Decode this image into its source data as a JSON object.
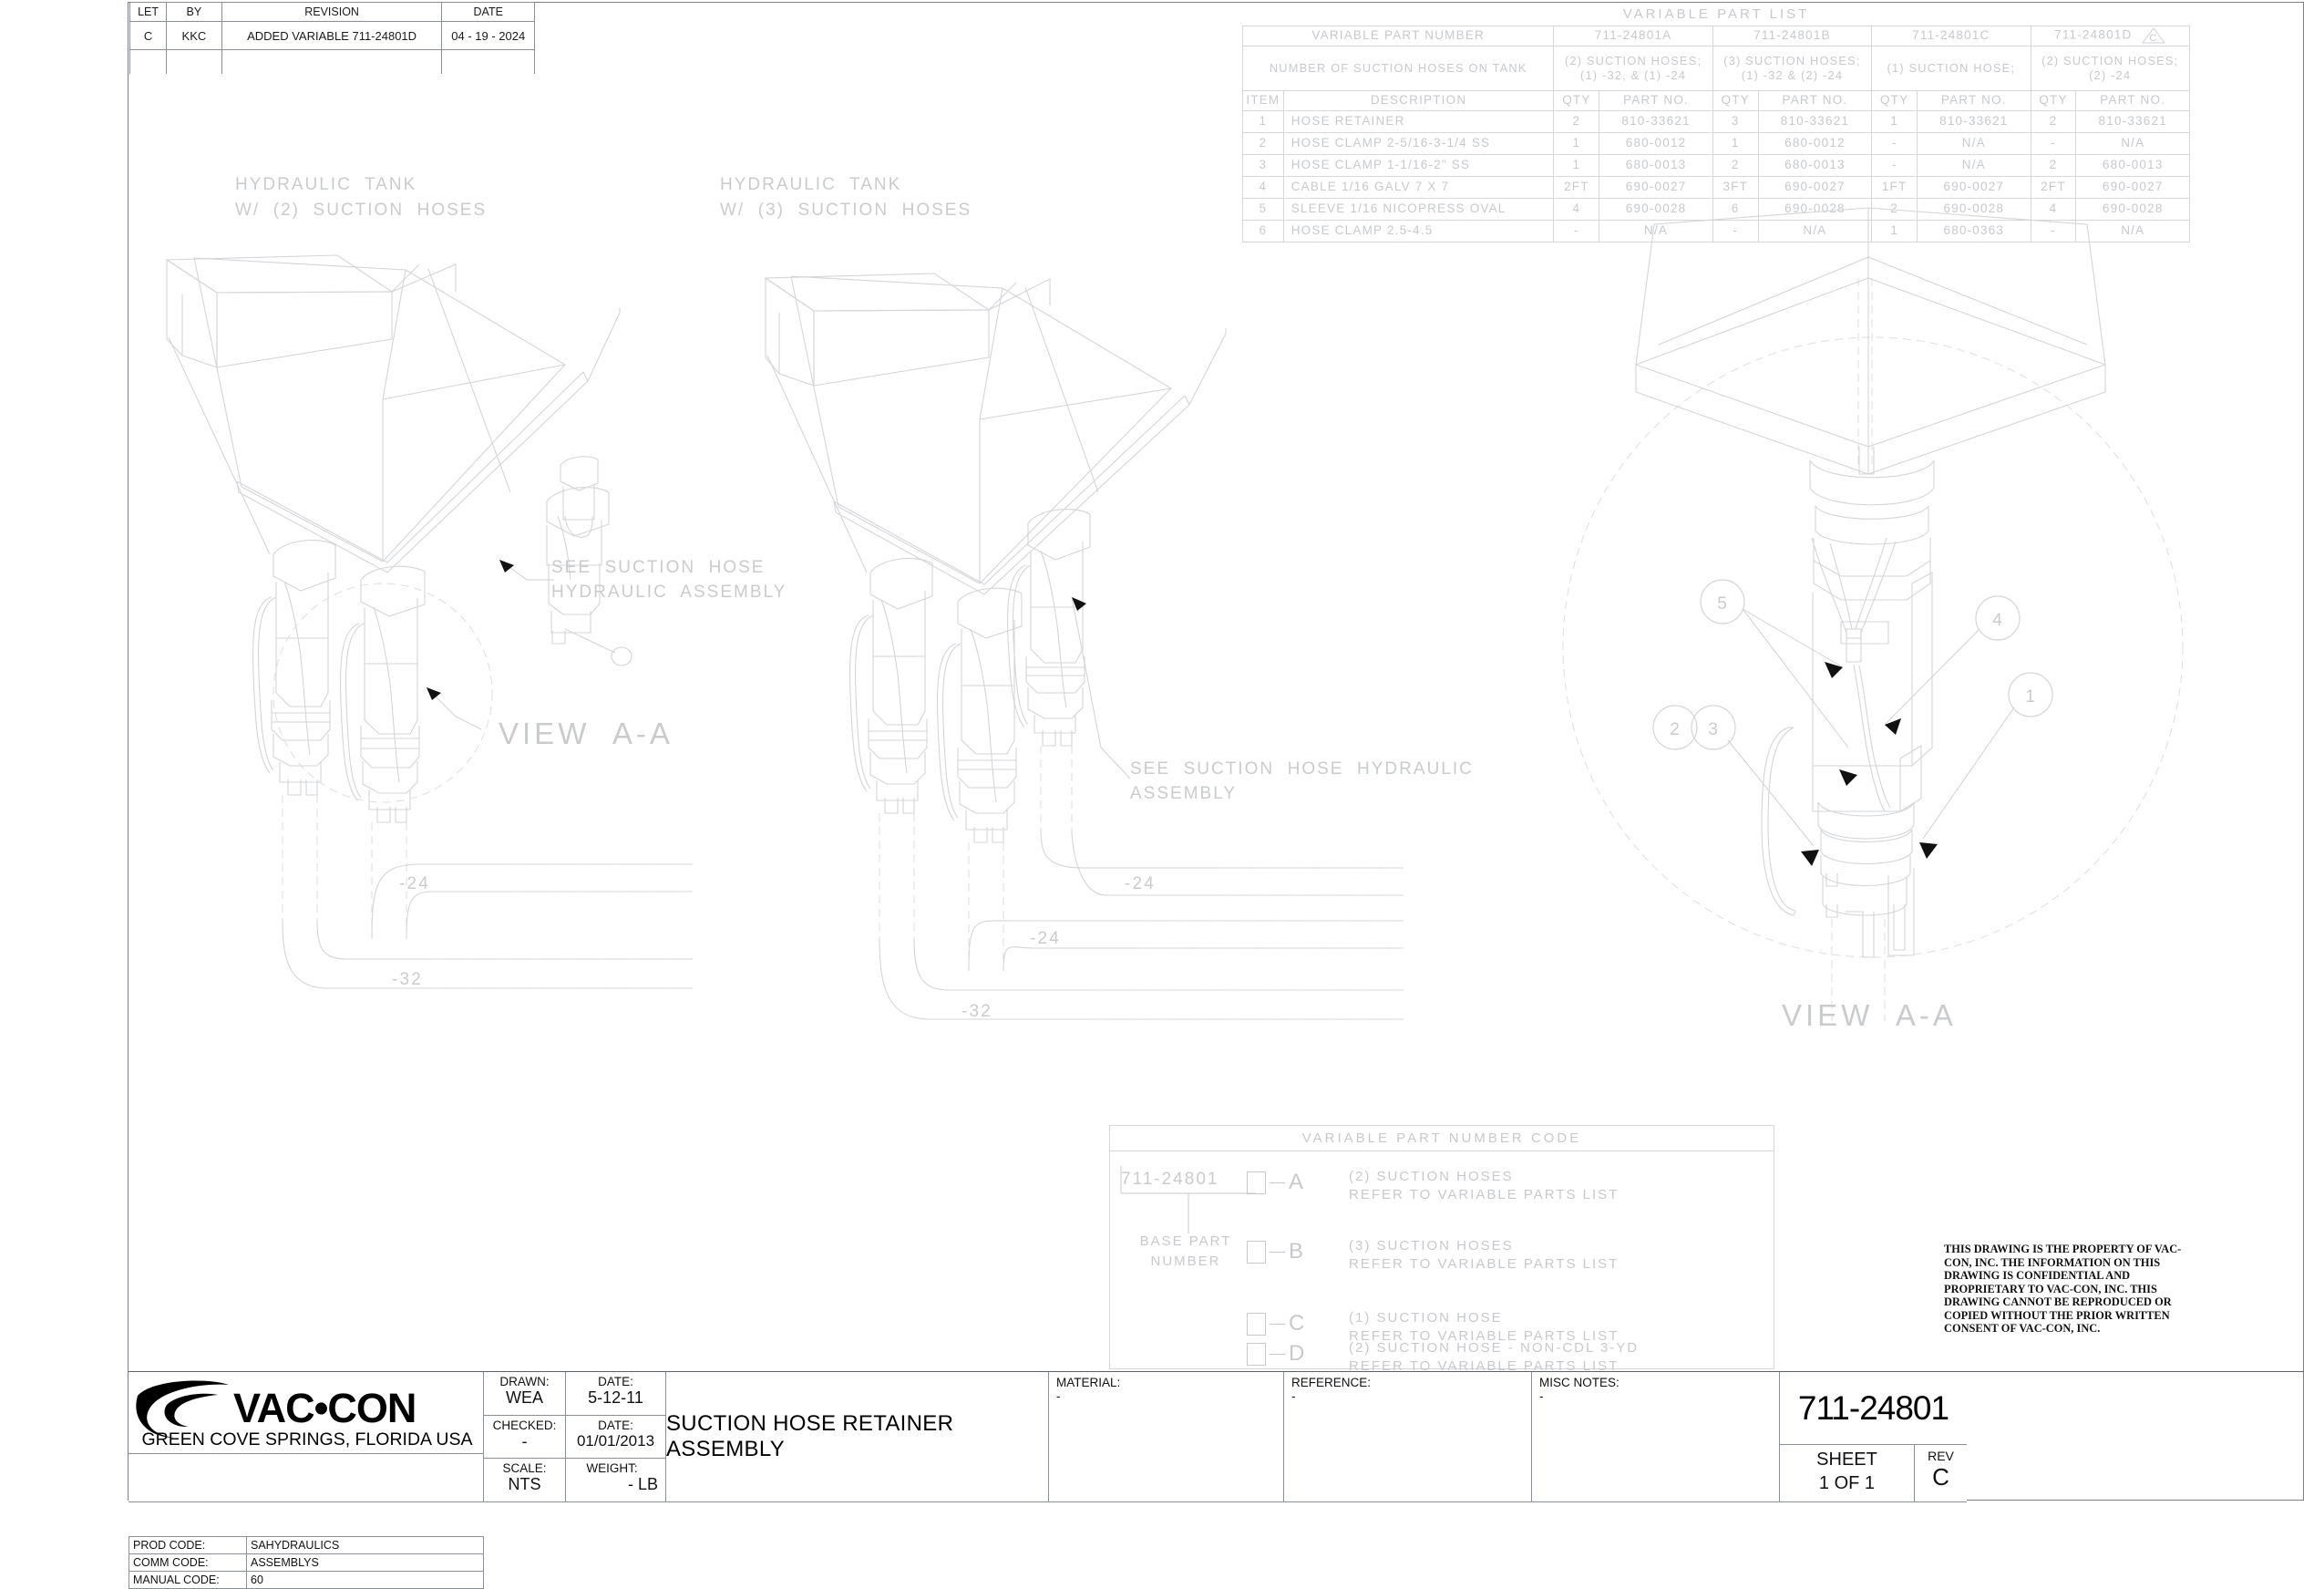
{
  "sheet": {
    "drawing_number": "711-24801",
    "title": "SUCTION HOSE  RETAINER  ASSEMBLY",
    "sheet_label": "SHEET",
    "sheet_value": "1 OF 1",
    "rev_label": "REV",
    "rev_value": "C"
  },
  "revision_block": {
    "headers": [
      "LET",
      "BY",
      "REVISION",
      "DATE"
    ],
    "rows": [
      {
        "let": "C",
        "by": "KKC",
        "revision": "ADDED  VARIABLE  711-24801D",
        "date": "04 - 19 - 2024"
      }
    ]
  },
  "variable_part_list": {
    "title": "VARIABLE  PART  LIST",
    "row_label_part_number": "VARIABLE  PART  NUMBER",
    "row_label_hoses": "NUMBER OF SUCTION HOSES ON TANK",
    "variants": [
      {
        "part_number": "711-24801A",
        "hoses": "(2) SUCTION HOSES;\n(1) -32, & (1) -24",
        "rev_flag": ""
      },
      {
        "part_number": "711-24801B",
        "hoses": "(3) SUCTION HOSES;\n(1) -32 & (2) -24",
        "rev_flag": ""
      },
      {
        "part_number": "711-24801C",
        "hoses": "(1) SUCTION HOSE;",
        "rev_flag": ""
      },
      {
        "part_number": "711-24801D",
        "hoses": "(2) SUCTION HOSES;\n(2) -24",
        "rev_flag": "C"
      }
    ],
    "column_headers": {
      "item": "ITEM",
      "description": "DESCRIPTION",
      "qty": "QTY",
      "part_no": "PART NO."
    },
    "rows": [
      {
        "item": "1",
        "description": "HOSE RETAINER",
        "a_qty": "2",
        "a_pn": "810-33621",
        "b_qty": "3",
        "b_pn": "810-33621",
        "c_qty": "1",
        "c_pn": "810-33621",
        "d_qty": "2",
        "d_pn": "810-33621"
      },
      {
        "item": "2",
        "description": "HOSE CLAMP 2-5/16-3-1/4 SS",
        "a_qty": "1",
        "a_pn": "680-0012",
        "b_qty": "1",
        "b_pn": "680-0012",
        "c_qty": "-",
        "c_pn": "N/A",
        "d_qty": "-",
        "d_pn": "N/A"
      },
      {
        "item": "3",
        "description": "HOSE CLAMP 1-1/16-2\" SS",
        "a_qty": "1",
        "a_pn": "680-0013",
        "b_qty": "2",
        "b_pn": "680-0013",
        "c_qty": "-",
        "c_pn": "N/A",
        "d_qty": "2",
        "d_pn": "680-0013"
      },
      {
        "item": "4",
        "description": "CABLE 1/16 GALV 7 X 7",
        "a_qty": "2FT",
        "a_pn": "690-0027",
        "b_qty": "3FT",
        "b_pn": "690-0027",
        "c_qty": "1FT",
        "c_pn": "690-0027",
        "d_qty": "2FT",
        "d_pn": "690-0027"
      },
      {
        "item": "5",
        "description": "SLEEVE 1/16 NICOPRESS OVAL",
        "a_qty": "4",
        "a_pn": "690-0028",
        "b_qty": "6",
        "b_pn": "690-0028",
        "c_qty": "2",
        "c_pn": "690-0028",
        "d_qty": "4",
        "d_pn": "690-0028"
      },
      {
        "item": "6",
        "description": "HOSE CLAMP 2.5-4.5",
        "a_qty": "-",
        "a_pn": "N/A",
        "b_qty": "-",
        "b_pn": "N/A",
        "c_qty": "1",
        "c_pn": "680-0363",
        "d_qty": "-",
        "d_pn": "N/A"
      }
    ]
  },
  "part_number_code": {
    "title": "VARIABLE  PART  NUMBER  CODE",
    "base_part_number": "711-24801",
    "base_label_line1": "BASE  PART",
    "base_label_line2": "NUMBER",
    "options": [
      {
        "letter": "A",
        "line1": "(2)  SUCTION  HOSES",
        "line2": "REFER  TO  VARIABLE  PARTS  LIST"
      },
      {
        "letter": "B",
        "line1": "(3)  SUCTION  HOSES",
        "line2": "REFER  TO  VARIABLE  PARTS  LIST"
      },
      {
        "letter": "C",
        "line1": "(1)  SUCTION  HOSE",
        "line2": "REFER  TO  VARIABLE  PARTS  LIST"
      },
      {
        "letter": "D",
        "line1": "(2)  SUCTION  HOSE  -  NON-CDL  3-YD",
        "line2": "REFER  TO  VARIABLE  PARTS  LIST"
      }
    ]
  },
  "drawing_notes": {
    "view1_label_line1": "HYDRAULIC  TANK",
    "view1_label_line2": "W/  (2)  SUCTION  HOSES",
    "view2_label_line1": "HYDRAULIC  TANK",
    "view2_label_line2": "W/  (3)  SUCTION  HOSES",
    "note1_line1": "SEE  SUCTION  HOSE",
    "note1_line2": "HYDRAULIC  ASSEMBLY",
    "note2_line1": "SEE  SUCTION  HOSE  HYDRAULIC",
    "note2_line2": "ASSEMBLY",
    "view_aa_left": "VIEW  A-A",
    "view_aa_right": "VIEW  A-A",
    "hose_labels_view1": [
      "-24",
      "-32"
    ],
    "hose_labels_view2": [
      "-24",
      "-24",
      "-32"
    ],
    "balloons": [
      "5",
      "4",
      "2",
      "3",
      "1"
    ]
  },
  "proprietary_notice": "THIS DRAWING IS THE PROPERTY OF VAC-CON, INC.  THE INFORMATION ON THIS DRAWING IS CONFIDENTIAL AND PROPRIETARY TO VAC-CON, INC.  THIS DRAWING CANNOT BE REPRODUCED OR COPIED WITHOUT THE PRIOR WRITTEN CONSENT OF VAC-CON, INC.",
  "title_block": {
    "company_name": "VAC•CON",
    "company_location": "GREEN COVE SPRINGS, FLORIDA USA",
    "prod_code_label": "PROD CODE:",
    "prod_code_value": "SAHYDRAULICS",
    "comm_code_label": "COMM CODE:",
    "comm_code_value": "ASSEMBLYS",
    "manual_code_label": "MANUAL CODE:",
    "manual_code_value": "60",
    "drawn_label": "DRAWN:",
    "drawn_value": "WEA",
    "drawn_date_label": "DATE:",
    "drawn_date_value": "5-12-11",
    "checked_label": "CHECKED:",
    "checked_value": "-",
    "checked_date_label": "DATE:",
    "checked_date_value": "01/01/2013",
    "scale_label": "SCALE:",
    "scale_value": "NTS",
    "weight_label": "WEIGHT:",
    "weight_value": "- LB",
    "material_label": "MATERIAL:",
    "material_value": "-",
    "reference_label": "REFERENCE:",
    "reference_value": "-",
    "misc_notes_label": "MISC NOTES:",
    "misc_notes_value": "-"
  }
}
